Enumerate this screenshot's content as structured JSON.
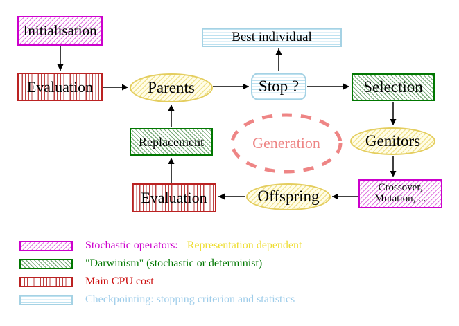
{
  "diagram": {
    "nodes": {
      "initialisation": {
        "label": "Initialisation"
      },
      "evaluation_top": {
        "label": "Evaluation"
      },
      "parents": {
        "label": "Parents"
      },
      "best_individual": {
        "label": "Best individual"
      },
      "stop": {
        "label": "Stop ?"
      },
      "selection": {
        "label": "Selection"
      },
      "replacement": {
        "label": "Replacement"
      },
      "generation": {
        "label": "Generation"
      },
      "genitors": {
        "label": "Genitors"
      },
      "evaluation_bottom": {
        "label": "Evaluation"
      },
      "offspring": {
        "label": "Offspring"
      },
      "crossover_mutation": {
        "lines": [
          "Crossover,",
          "Mutation, ..."
        ]
      }
    },
    "colors": {
      "stochastic_magenta": "#cc00cc",
      "darwinism_green": "#007700",
      "cpu_red": "#bb2222",
      "checkpoint_cyan": "#a5d2e4",
      "population_yellow": "#e4cd5e",
      "generation_salmon": "#ee8585",
      "arrow_black": "#000000"
    }
  },
  "legend": {
    "items": [
      {
        "swatch": "magenta-hatch",
        "segments": [
          {
            "text": "Stochastic operators:",
            "color": "#cc00cc"
          },
          {
            "text": "Representation dependent",
            "color": "#eedd33"
          }
        ]
      },
      {
        "swatch": "green-hatch",
        "segments": [
          {
            "text": "\"Darwinism\" (stochastic or determinist)",
            "color": "#007700"
          }
        ]
      },
      {
        "swatch": "red-stripes",
        "segments": [
          {
            "text": "Main CPU cost",
            "color": "#cc1111"
          }
        ]
      },
      {
        "swatch": "cyan-stripes",
        "segments": [
          {
            "text": "Checkpointing: stopping criterion and statistics",
            "color": "#9fcdea"
          }
        ]
      }
    ]
  }
}
